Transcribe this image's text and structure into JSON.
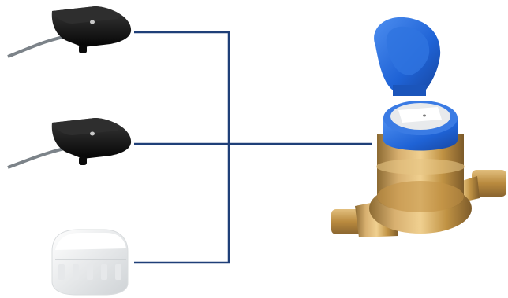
{
  "scene": {
    "connector_color": "#1f3f78",
    "modules": [
      {
        "name": "black-pulse-reader-module",
        "color": "#101010"
      },
      {
        "name": "black-pulse-reader-module",
        "color": "#101010"
      },
      {
        "name": "white-radio-module",
        "color": "#f1f1f1"
      }
    ],
    "meter": {
      "body_color": "#c79a4f",
      "lid_color": "#1f63d6",
      "cable_color": "#7c8389"
    }
  }
}
